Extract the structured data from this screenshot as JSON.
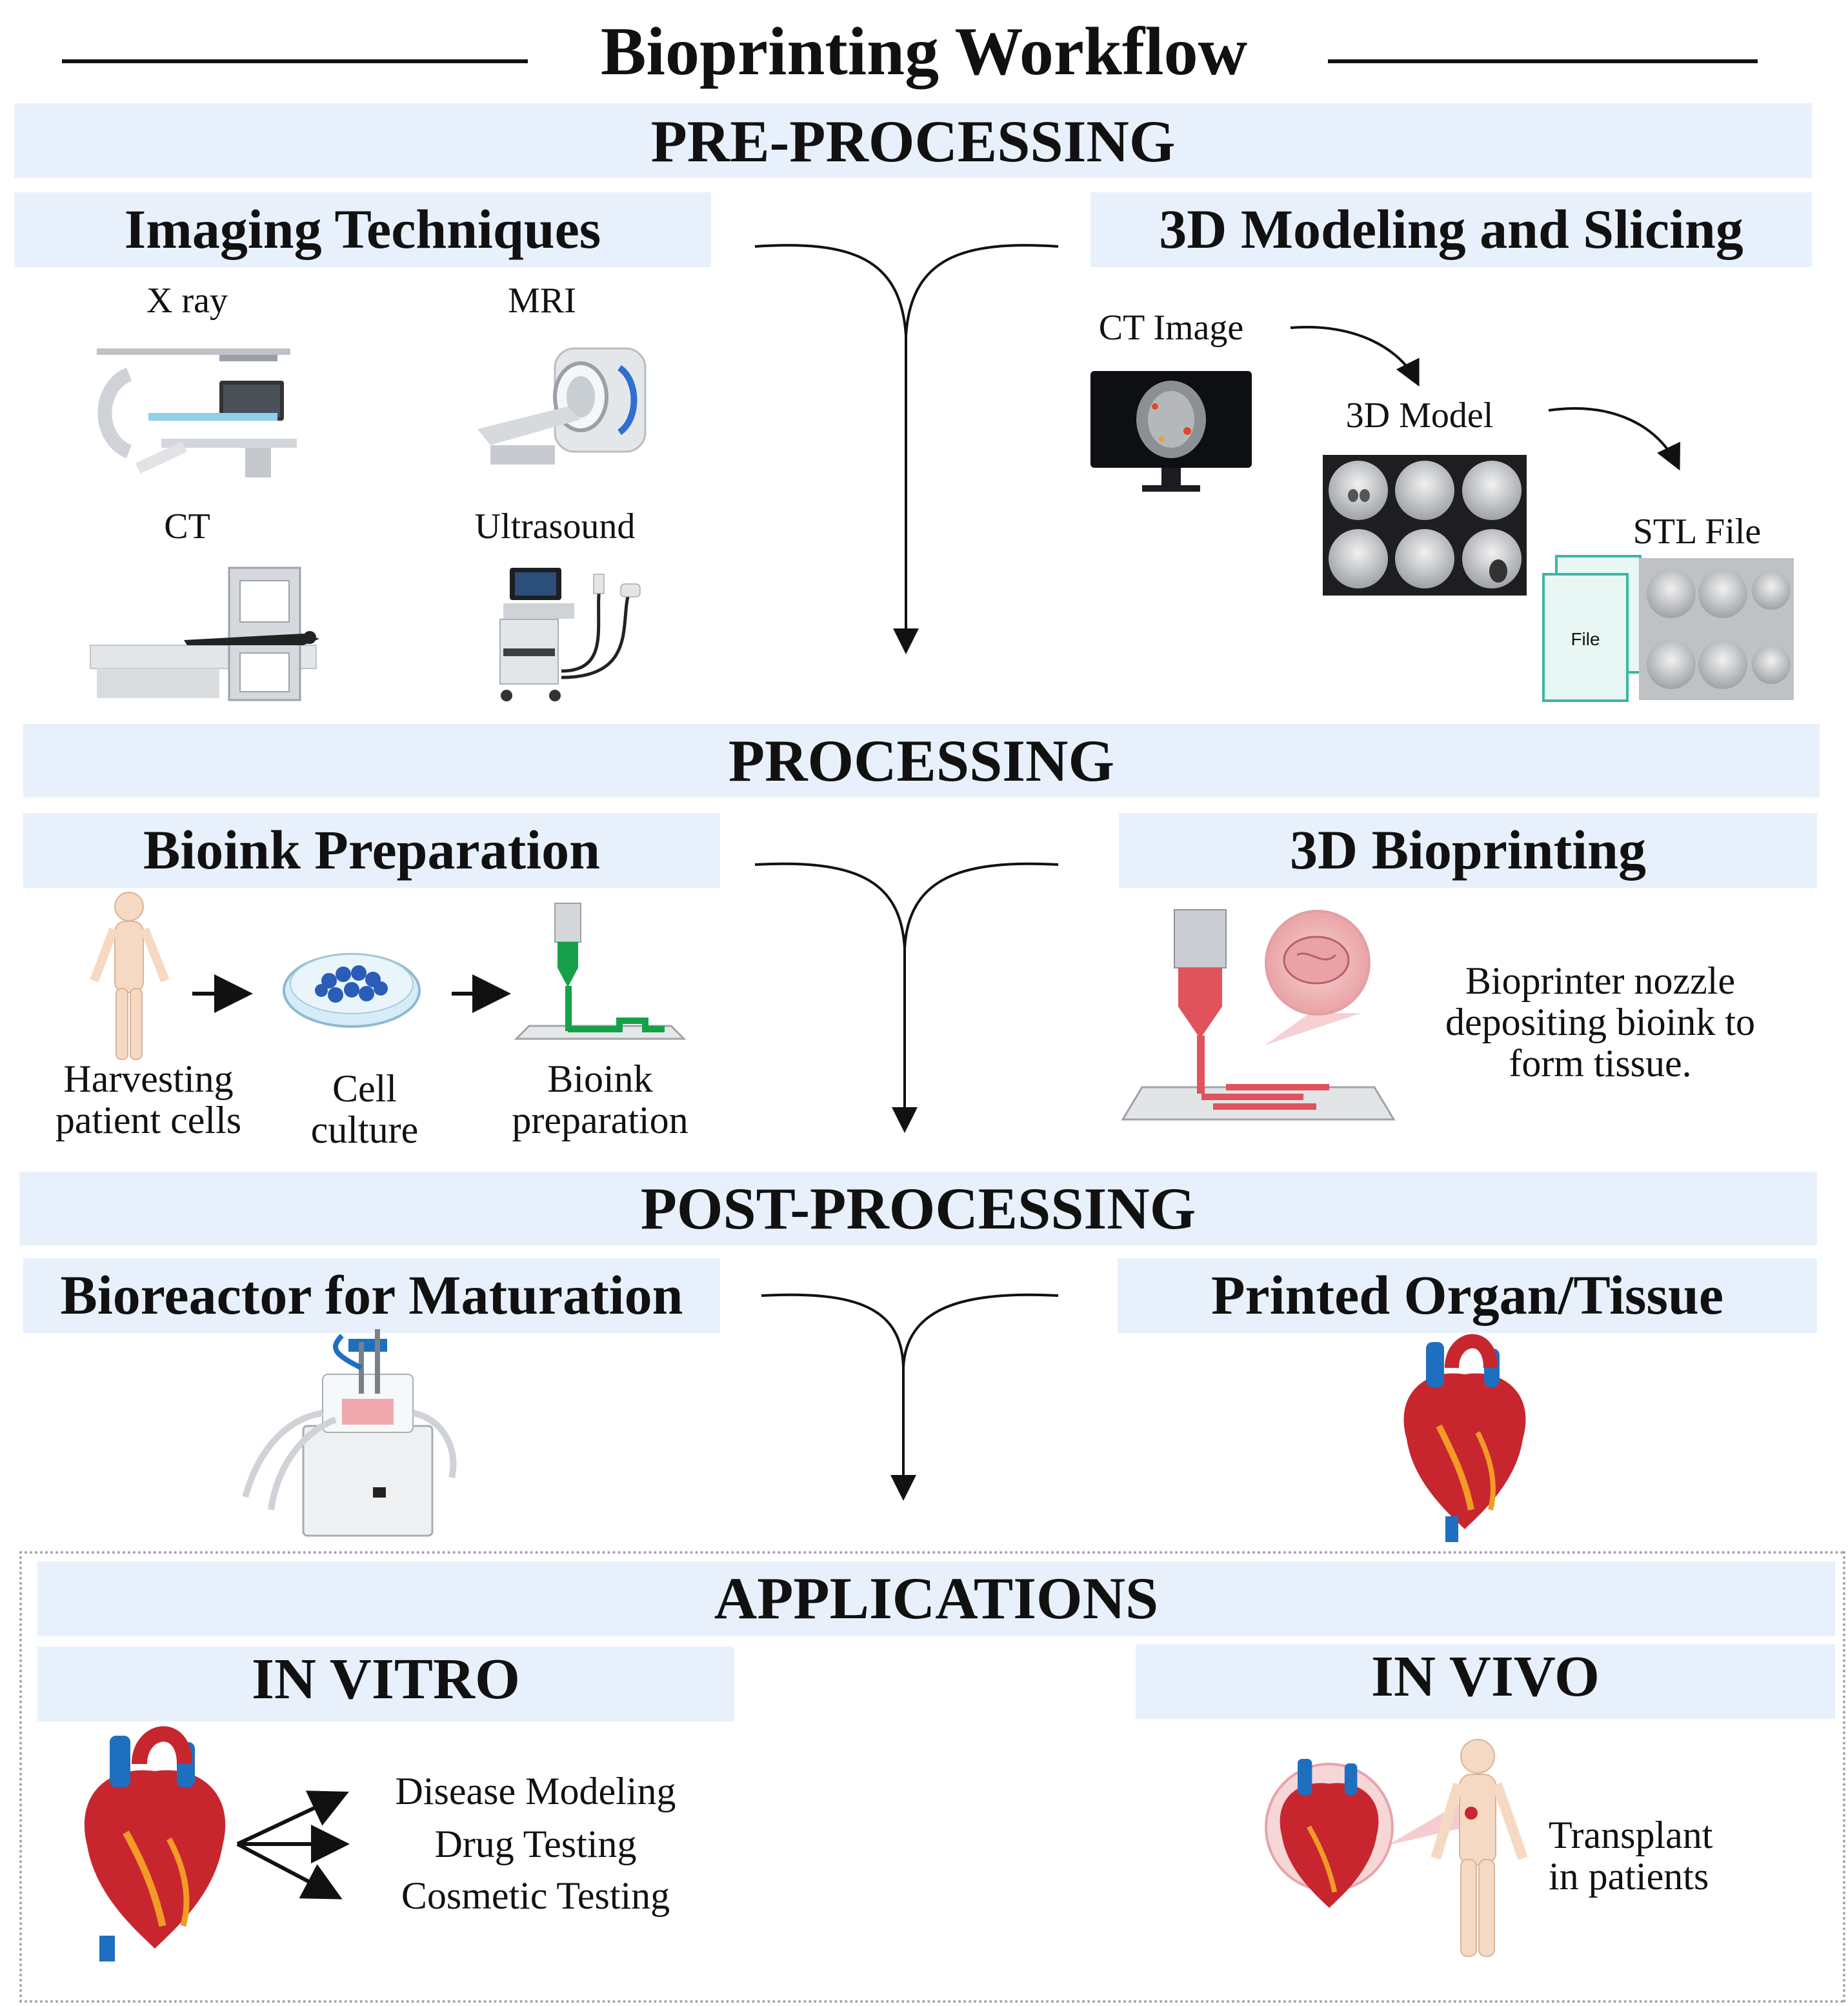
{
  "title": "Bioprinting Workflow",
  "pre_processing": {
    "heading": "PRE-PROCESSING",
    "imaging": {
      "heading": "Imaging Techniques",
      "items": [
        "X ray",
        "MRI",
        "CT",
        "Ultrasound"
      ]
    },
    "modeling": {
      "heading": "3D Modeling and Slicing",
      "ct_image": "CT Image",
      "model": "3D Model",
      "stl": "STL File",
      "file_label": "File"
    }
  },
  "processing": {
    "heading": "PROCESSING",
    "bioink": {
      "heading": "Bioink Preparation",
      "steps": [
        "Harvesting\npatient cells",
        "Cell\nculture",
        "Bioink\npreparation"
      ]
    },
    "bioprinting": {
      "heading": "3D Bioprinting",
      "desc": "Bioprinter nozzle\ndepositing bioink to\nform tissue."
    }
  },
  "post_processing": {
    "heading": "POST-PROCESSING",
    "bioreactor": {
      "heading": "Bioreactor for Maturation"
    },
    "organ": {
      "heading": "Printed Organ/Tissue"
    }
  },
  "applications": {
    "heading": "APPLICATIONS",
    "in_vitro": {
      "heading": "IN VITRO",
      "uses": [
        "Disease Modeling",
        "Drug Testing",
        "Cosmetic Testing"
      ]
    },
    "in_vivo": {
      "heading": "IN VIVO",
      "desc": "Transplant\nin patients"
    }
  },
  "colors": {
    "band": "#e8f1fb",
    "bioink_green": "#17a04a",
    "print_red": "#e0525c",
    "heart_red": "#c8262e",
    "vessel_blue": "#1f6fc0",
    "file_teal": "#3cb6a4"
  }
}
